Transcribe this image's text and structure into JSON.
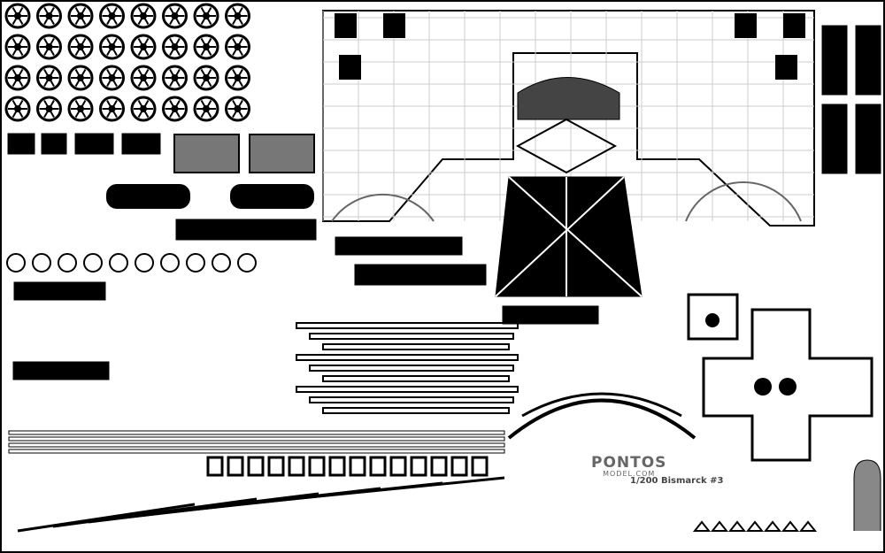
{
  "logo": {
    "brand": "PONTOS",
    "site": "MODEL.COM"
  },
  "title": "1/200 Bismarck #3",
  "colors": {
    "metal": "#000000",
    "deck": "#ffffff",
    "grid": "#cccccc",
    "mesh": "#888888"
  }
}
